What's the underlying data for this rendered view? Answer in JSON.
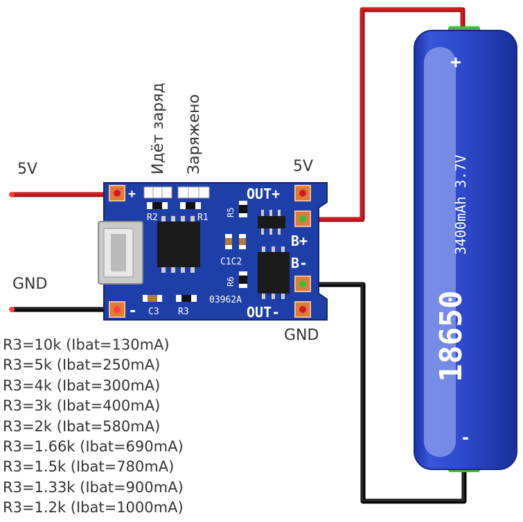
{
  "labels": {
    "input_5v": "5V",
    "input_gnd": "GND",
    "output_5v": "5V",
    "output_gnd": "GND",
    "led_charging": "Идёт заряд",
    "led_charged": "Заряжено"
  },
  "board": {
    "plus": "+",
    "minus": "-",
    "out_plus": "OUT+",
    "out_minus": "OUT-",
    "b_plus": "B+",
    "b_minus": "B-",
    "r1": "R1",
    "r2": "R2",
    "r3": "R3",
    "r5": "R5",
    "r6": "R6",
    "c1c2": "C1C2",
    "c3": "C3",
    "code": "03962A"
  },
  "battery": {
    "plus": "+",
    "minus": "-",
    "model": "18650",
    "spec": "3400mAh 3.7V"
  },
  "r3_table": [
    "R3=10k (Ibat=130mA)",
    "R3=5k (Ibat=250mA)",
    "R3=4k (Ibat=300mA)",
    "R3=3k (Ibat=400mA)",
    "R3=2k (Ibat=580mA)",
    "R3=1.66k (Ibat=690mA)",
    "R3=1.5k (Ibat=780mA)",
    "R3=1.33k (Ibat=900mA)",
    "R3=1.2k (Ibat=1000mA)"
  ],
  "colors": {
    "board": "#1f3fa8",
    "wire_red": "#c0181c",
    "wire_black": "#111111",
    "battery": "#2a47c8",
    "pad": "#e07a3a"
  }
}
